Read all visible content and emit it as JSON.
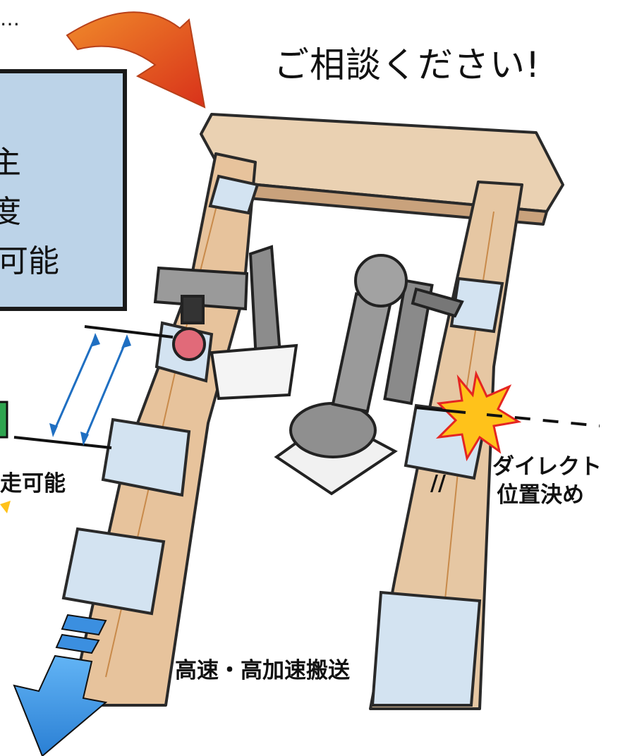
{
  "header": {
    "trailing_dots": "…",
    "headline": "ご相談ください!"
  },
  "info_box": {
    "line1": "主",
    "line2": "度",
    "line3": "可能"
  },
  "labels": {
    "run_possible": "走可能",
    "direct_positioning_line1": "ダイレクト",
    "direct_positioning_line2": "位置決め",
    "high_speed_transport": "高速・高加速搬送",
    "parallel_mark": "//"
  },
  "colors": {
    "box_fill": "#bcd3e8",
    "arrow_orange": "#e2581a",
    "arrow_blue": "#3b8fe0",
    "star_yellow": "#ffc21a",
    "star_red": "#e52521",
    "wood": "#e9c9a4",
    "cover": "#cfe0ef",
    "robot_gray": "#8c8c8c",
    "dimension_blue": "#1f6fc2"
  }
}
